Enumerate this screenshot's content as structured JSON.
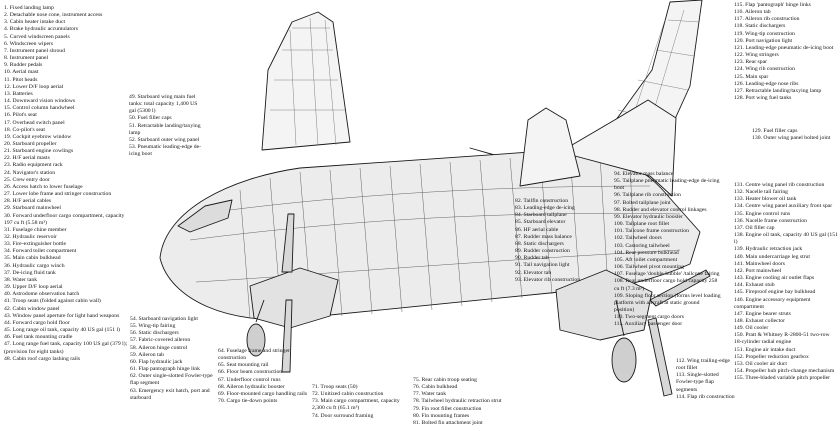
{
  "left_column": [
    "1. Fixed landing lamp",
    "2. Detachable nose cone, instrument access",
    "3. Cabin heater intake duct",
    "4. Brake hydraulic accumulators",
    "5. Curved windscreen panels",
    "6. Windscreen wipers",
    "7. Instrument panel shroud",
    "8. Instrument panel",
    "9. Rudder pedals",
    "10. Aerial mast",
    "11. Pitot heads",
    "12. Lower D/F loop aerial",
    "13. Batteries",
    "14. Downward vision windows",
    "15. Control column handwheel",
    "16. Pilot's seat",
    "17. Overhead switch panel",
    "18. Co-pilot's seat",
    "19. Cockpit eyebrow window",
    "20. Starboard propeller",
    "21. Starboard engine cowlings",
    "22. H/F aerial masts",
    "23. Radio equipment rack",
    "24. Navigator's station",
    "25. Crew entry door",
    "26. Access hatch to lower fuselage",
    "27. Lower lobe frame and stringer construction",
    "28. H/F aerial cables",
    "29. Starboard mainwheel",
    "30. Forward underfloor cargo compartment, capacity 197 cu ft (5.58 m³)",
    "31. Fuselage chine member",
    "32. Hydraulic reservoir",
    "33. Fire-extinguisher bottle",
    "34. Forward toilet compartment",
    "35. Main cabin bulkhead",
    "36. Hydraulic cargo winch",
    "37. De-icing fluid tank",
    "38. Water tank",
    "39. Upper D/F loop aerial",
    "40. Astrodome observation hatch",
    "41. Troop seats (folded against cabin wall)",
    "42. Cabin window panel",
    "43. Window panel aperture for light hand weapons",
    "44. Forward cargo hold floor",
    "45. Long range oil tank, capacity 40 US gal (151 l)",
    "46. Fuel tank mounting cradle",
    "47. Long range fuel tank, capacity 100 US gal (379 l); (provision for eight tanks)",
    "48. Cabin roof cargo lashing rails"
  ],
  "col_49_53": [
    "49. Starboard wing main fuel tanks: total capacity 1,400 US gal (5300 l)",
    "50. Fuel filler caps",
    "51. Retractable landing/taxying lamp",
    "52. Starboard outer wing panel",
    "53. Pneumatic leading-edge de-icing boot"
  ],
  "col_54_63": [
    "54. Starboard navigation light",
    "55. Wing-tip fairing",
    "56. Static dischargers",
    "57. Fabric-covered aileron",
    "58. Aileron hinge control",
    "59. Aileron tab",
    "60. Flap hydraulic jack",
    "61. Flap pantograph hinge link",
    "62. Outer single-slotted Fowler-type flap segment",
    "63. Emergency exit hatch, port and starboard"
  ],
  "col_64_70": [
    "64. Fuselage frame and stringer construction",
    "65. Seat mounting rail",
    "66. Floor beam construction",
    "67. Underfloor control runs",
    "68. Aileron hydraulic booster",
    "69. Floor-mounted cargo handling rails",
    "70. Cargo tie-down points"
  ],
  "col_71_74": [
    "71. Troop seats (50)",
    "72. Unitized cabin construction",
    "73. Main cargo compartment, capacity 2,300 cu ft (65.1 m³)",
    "74. Door surround framing"
  ],
  "col_75_81": [
    "75. Rear cabin troop seating",
    "76. Cabin bulkhead",
    "77. Water tank",
    "78. Tailwheel hydraulic retraction strut",
    "79. Fin root fillet construction",
    "80. Fin mounting frames",
    "81. Bolted fin attachment joint"
  ],
  "col_82_93": [
    "82. Tailfin construction",
    "83. Leading-edge de-icing",
    "84. Starboard tailplane",
    "85. Starboard elevator",
    "86. HF aerial cable",
    "87. Rudder mass balance",
    "88. Static dischargers",
    "89. Rudder construction",
    "90. Rudder tab",
    "91. Tail navigation light",
    "92. Elevator tab",
    "93. Elevator rib construction"
  ],
  "col_94_111": [
    "94. Elevator mass balance",
    "95. Tailplane pneumatic leading-edge de-icing boot",
    "96. Tailplane rib construction",
    "97. Bolted tailplane joint",
    "98. Rudder and elevator control linkages",
    "99. Elevator hydraulic booster",
    "100. Tailplane root fillet",
    "101. Tailcone frame construction",
    "102. Tailwheel doors",
    "103. Castoring tailwheel",
    "104. Rear pressure bulkhead",
    "105. Aft toilet compartment",
    "106. Tailwheel pivot mounting",
    "107. Fuselage 'double-bubble' /tailcone fairing",
    "108. Rear underfloor cargo hold capacity 258 cu ft (7.3 m³)",
    "109. Sloping floor section (forms level loading platform with aircraft at static ground position)",
    "110. Two-segment cargo doors",
    "111. Auxiliary passenger door"
  ],
  "col_112_114": [
    "112. Wing trailing-edge root fillet",
    "113. Single-slotted Fowler-type flap segments",
    "114. Flap rib construction"
  ],
  "col_115_128": [
    "115. Flap 'pantograph' hinge links",
    "116. Aileron tab",
    "117. Aileron rib construction",
    "118. Static dischargers",
    "119. Wing-tip construction",
    "120. Port navigation light",
    "121. Leading-edge pneumatic de-icing boot",
    "122. Wing stringers",
    "123. Rear spar",
    "124. Wing rib construction",
    "125. Main spar",
    "126. Leading-edge nose ribs",
    "127. Retractable landing/taxying lamp",
    "128. Port wing fuel tanks"
  ],
  "col_129_130": [
    "129. Fuel filler caps",
    "130. Outer wing panel bolted joint"
  ],
  "col_131_155": [
    "131. Centre wing panel rib construction",
    "132. Nacelle tail fairing",
    "133. Heater blower oil tank",
    "134. Centre wing panel auxiliary front spar",
    "135. Engine control runs",
    "136. Nacelle frame construction",
    "137. Oil filler cap",
    "138. Engine oil tank, capacity 40 US gal (151 l)",
    "139. Hydraulic retraction jack",
    "140. Main undercarriage leg strut",
    "141. Mainwheel doors",
    "142. Port mainwheel",
    "143. Engine cooling air outlet flaps",
    "144. Exhaust stub",
    "145. Fireproof engine bay bulkhead",
    "146. Engine accessory equipment compartment",
    "147. Engine bearer struts",
    "148. Exhaust collector",
    "149. Oil cooler",
    "150. Pratt & Whitney R-2800-51 two-row 18-cylinder radial engine",
    "151. Engine air intake duct",
    "152. Propeller reduction gearbox",
    "153. Oil cooler air duct",
    "154. Propeller hub pitch-change mechanism",
    "155. Three-bladed variable pitch propeller"
  ]
}
